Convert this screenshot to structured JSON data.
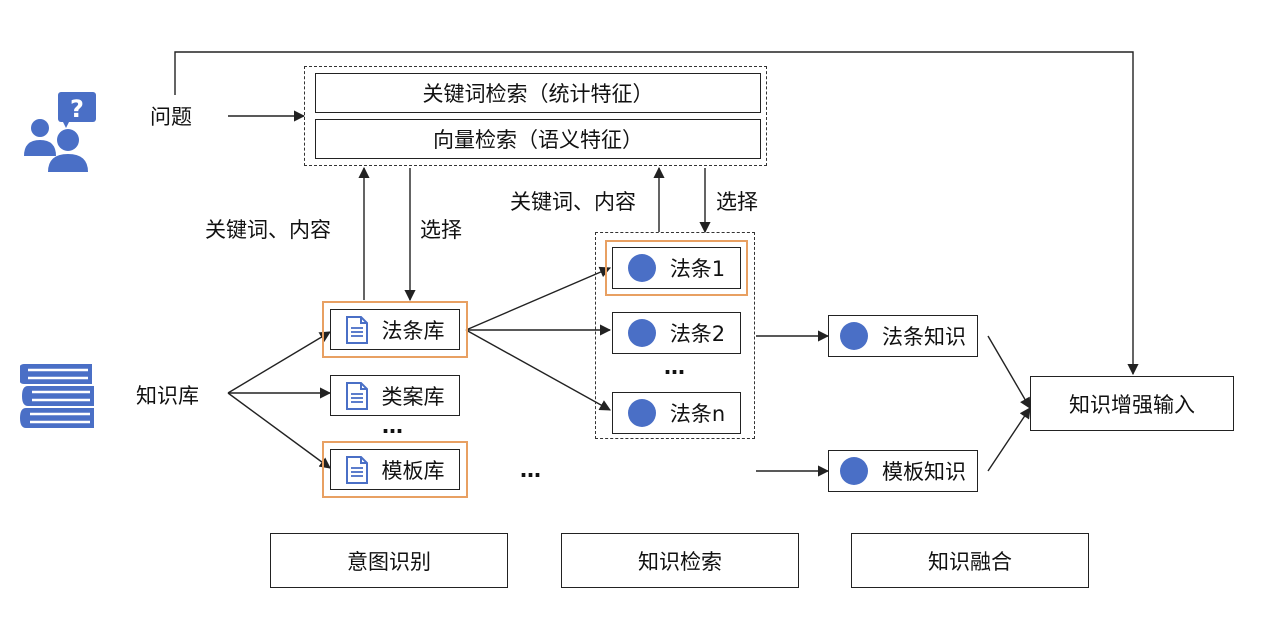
{
  "question": {
    "label": "问题"
  },
  "knowledge_base": {
    "label": "知识库"
  },
  "search": {
    "keyword": "关键词检索（统计特征）",
    "vector": "向量检索（语义特征）"
  },
  "left_edges": {
    "up": "关键词、内容",
    "down": "选择"
  },
  "right_edges": {
    "up": "关键词、内容",
    "down": "选择"
  },
  "libraries": [
    {
      "label": "法条库"
    },
    {
      "label": "类案库"
    },
    {
      "label": "模板库"
    }
  ],
  "ellipsis": "…",
  "ellipsis2": "…",
  "articles": [
    {
      "label": "法条1"
    },
    {
      "label": "法条2"
    },
    {
      "label": "法条n"
    }
  ],
  "ellipsis3": "…",
  "knowledge": {
    "article": "法条知识",
    "template": "模板知识"
  },
  "output": "知识增强输入",
  "stages": [
    {
      "label": "意图识别"
    },
    {
      "label": "知识检索"
    },
    {
      "label": "知识融合"
    }
  ],
  "colors": {
    "accent": "#4a6fc6",
    "highlight": "#e8a062",
    "line": "#222222"
  }
}
